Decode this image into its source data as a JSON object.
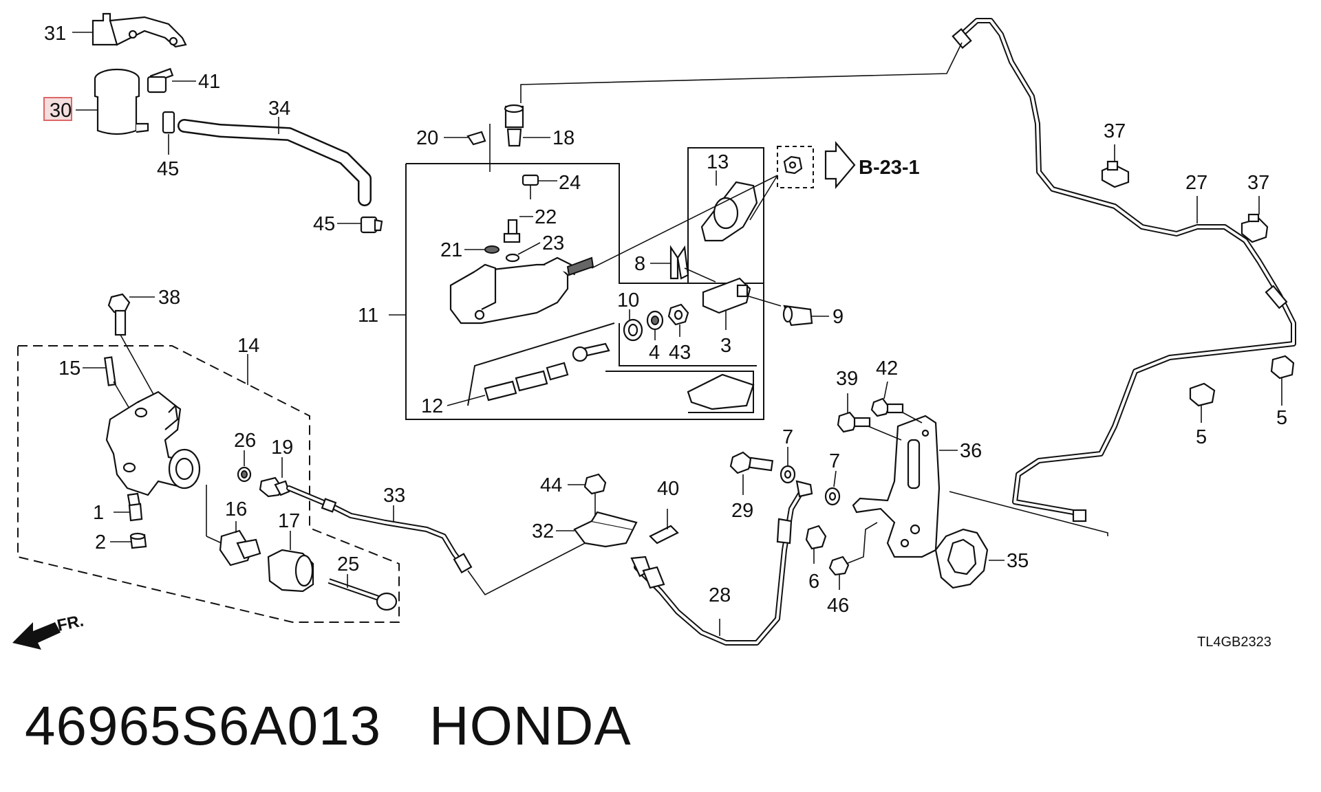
{
  "diagram": {
    "drawing_code": "TL4GB2323",
    "reference": "B-23-1",
    "front_marker": "FR.",
    "highlighted_part": "30",
    "labels": [
      "31",
      "41",
      "30",
      "34",
      "45",
      "45",
      "20",
      "18",
      "24",
      "22",
      "21",
      "23",
      "11",
      "12",
      "13",
      "8",
      "10",
      "4",
      "43",
      "3",
      "9",
      "38",
      "14",
      "15",
      "26",
      "19",
      "1",
      "2",
      "16",
      "17",
      "25",
      "33",
      "44",
      "40",
      "32",
      "28",
      "29",
      "7",
      "7",
      "6",
      "46",
      "39",
      "42",
      "36",
      "35",
      "37",
      "27",
      "37",
      "5",
      "5"
    ]
  },
  "footer": {
    "part_number": "46965S6A013",
    "brand": "HONDA"
  }
}
